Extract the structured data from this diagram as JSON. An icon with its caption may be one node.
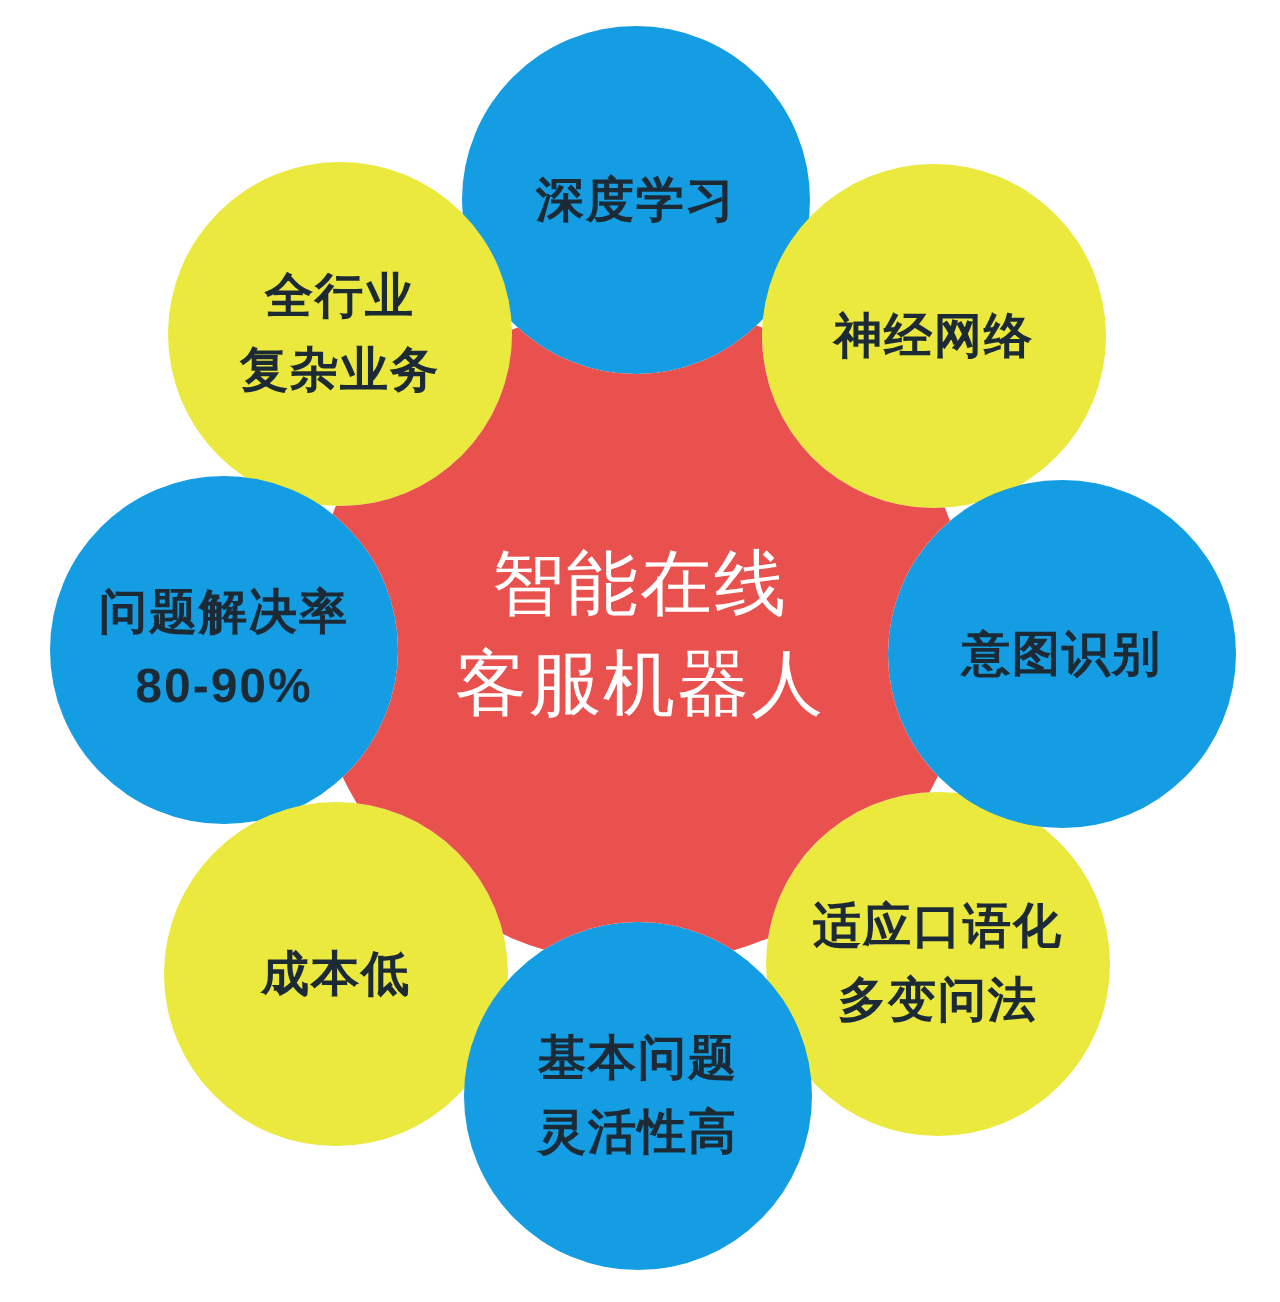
{
  "diagram": {
    "nodes": [
      {
        "text": [
          "智能在线",
          "客服机器人"
        ]
      },
      {
        "text": [
          "深度学习"
        ]
      },
      {
        "text": [
          "神经网络"
        ]
      },
      {
        "text": [
          "意图识别"
        ]
      },
      {
        "text": [
          "适应口语化",
          "多变问法"
        ]
      },
      {
        "text": [
          "基本问题",
          "灵活性高"
        ]
      },
      {
        "text": [
          "成本低"
        ]
      },
      {
        "text": [
          "问题解决率",
          "80-90%"
        ]
      },
      {
        "text": [
          "全行业",
          "复杂业务"
        ]
      }
    ]
  }
}
